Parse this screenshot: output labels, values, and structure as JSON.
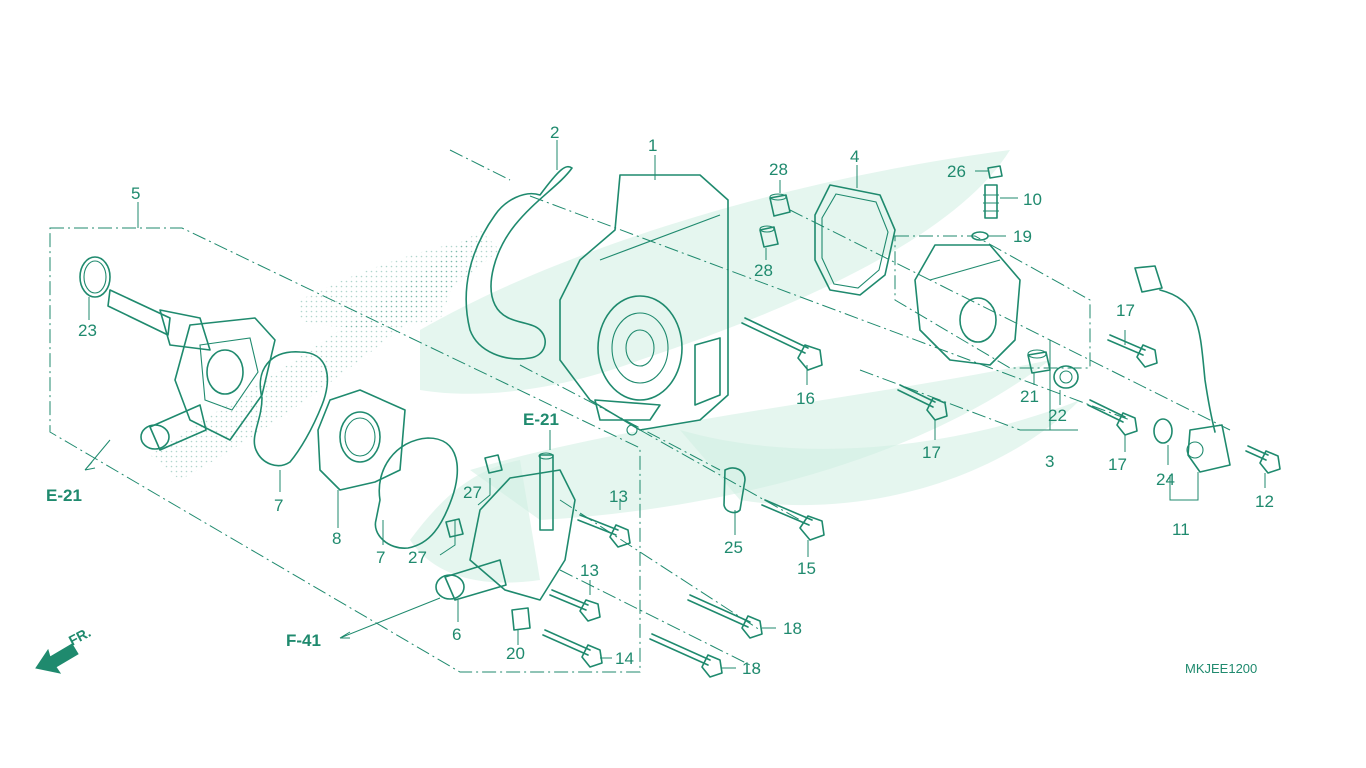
{
  "diagram": {
    "code": "MKJEE1200",
    "front_marker": "FR.",
    "references": {
      "e21_left": "E-21",
      "e21_top": "E-21",
      "f41": "F-41"
    },
    "callouts": {
      "c1": "1",
      "c2": "2",
      "c3": "3",
      "c4": "4",
      "c5": "5",
      "c6": "6",
      "c7a": "7",
      "c7b": "7",
      "c8": "8",
      "c10": "10",
      "c11": "11",
      "c12": "12",
      "c13a": "13",
      "c13b": "13",
      "c14": "14",
      "c15": "15",
      "c16": "16",
      "c17a": "17",
      "c17b": "17",
      "c17c": "17",
      "c18a": "18",
      "c18b": "18",
      "c19": "19",
      "c20": "20",
      "c21": "21",
      "c22": "22",
      "c23": "23",
      "c24": "24",
      "c25": "25",
      "c26": "26",
      "c27a": "27",
      "c27b": "27",
      "c28a": "28",
      "c28b": "28"
    },
    "colors": {
      "line": "#1f8a6e",
      "ghost": "#cfeee2",
      "background": "#ffffff"
    }
  }
}
